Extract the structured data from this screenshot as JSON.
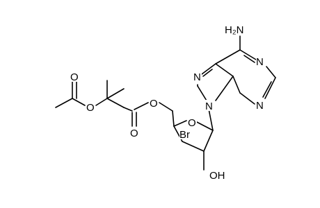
{
  "structure": {
    "atom_labels": {
      "amine_nh2": "H₂N",
      "purine_n1": "N",
      "purine_n3": "N",
      "purine_n7": "N",
      "purine_n9": "N",
      "acetate_o_carbonyl": "O",
      "acetate_o_ester": "O",
      "ester_o_carbonyl": "O",
      "ester_o_link": "O",
      "ring_o": "O",
      "bromine": "Br",
      "hydroxyl": "OH"
    }
  },
  "colors": {
    "bond": "#000000",
    "text": "#000000",
    "background": "#ffffff"
  }
}
